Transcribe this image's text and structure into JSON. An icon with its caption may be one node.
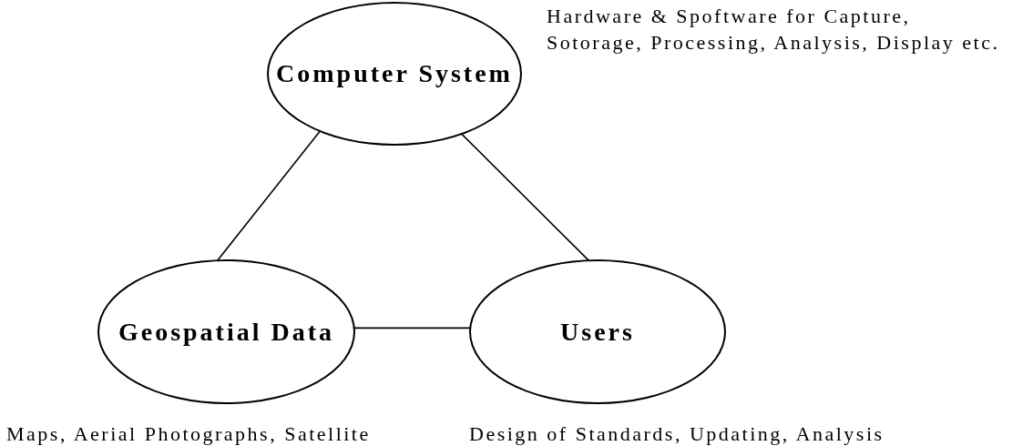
{
  "diagram": {
    "nodes": [
      {
        "text": [
          "Computer System"
        ],
        "beside": [
          "Hardware & Spoftware for Capture, Sotorage, Processing, Analysis, Display etc."
        ]
      },
      {
        "text": [
          "Geospatial Data"
        ],
        "beside": [
          "Maps, Aerial Photographs, Satellite"
        ]
      },
      {
        "text": [
          "Users"
        ],
        "beside": [
          "Design of Standards, Updating, Analysis"
        ]
      }
    ],
    "edges": [
      {
        "from": 0,
        "to": 1,
        "arrow": "none"
      },
      {
        "from": 0,
        "to": 2,
        "arrow": "none"
      },
      {
        "from": 1,
        "to": 2,
        "arrow": "none"
      }
    ]
  }
}
